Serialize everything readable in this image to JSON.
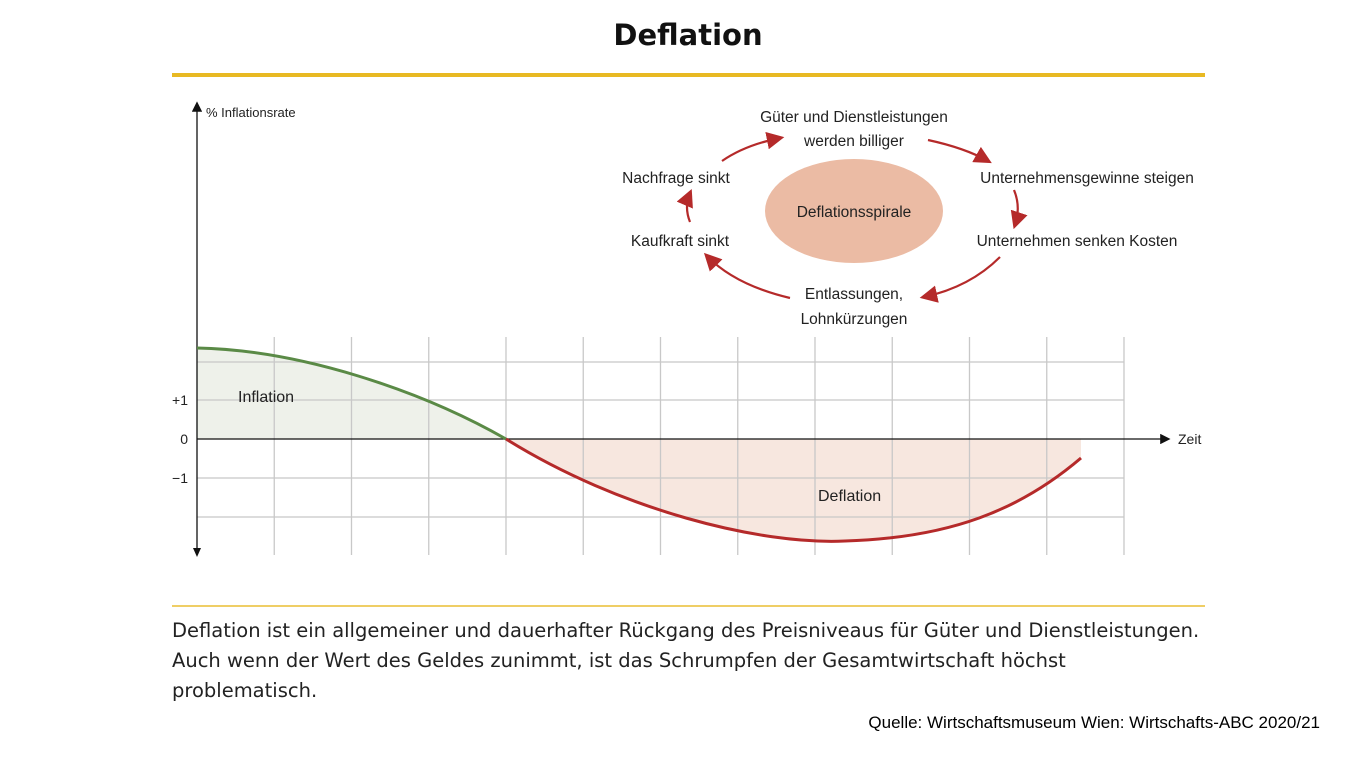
{
  "title": "Deflation",
  "chart": {
    "y_axis_label": "% Inflationsrate",
    "x_axis_label": "Zeit",
    "y_ticks": [
      "+1",
      "0",
      "−1"
    ],
    "region_inflation": "Inflation",
    "region_deflation": "Deflation",
    "colors": {
      "inflation": "#5a8a46",
      "deflation": "#b52a2a",
      "inflation_fill": "#eef1ea",
      "deflation_fill": "#f7e7df",
      "accent": "#e8b923",
      "ellipse": "#ebbba4"
    }
  },
  "spiral": {
    "center": "Deflationsspirale",
    "top_line1": "Güter und Dienstleistungen",
    "top_line2": "werden billiger",
    "right_top": "Unternehmensgewinne steigen",
    "right_bottom": "Unternehmen senken Kosten",
    "bottom_line1": "Entlassungen,",
    "bottom_line2": "Lohnkürzungen",
    "left_bottom": "Kaufkraft sinkt",
    "left_top": "Nachfrage sinkt"
  },
  "description": "Deflation ist ein allgemeiner und dauerhafter Rückgang des Preisniveaus für Güter und Dienstleistungen. Auch wenn der Wert des Geldes zunimmt, ist das Schrumpfen der Gesamtwirtschaft höchst problematisch.",
  "source": "Quelle: Wirtschaftsmuseum Wien: Wirtschafts-ABC 2020/21"
}
